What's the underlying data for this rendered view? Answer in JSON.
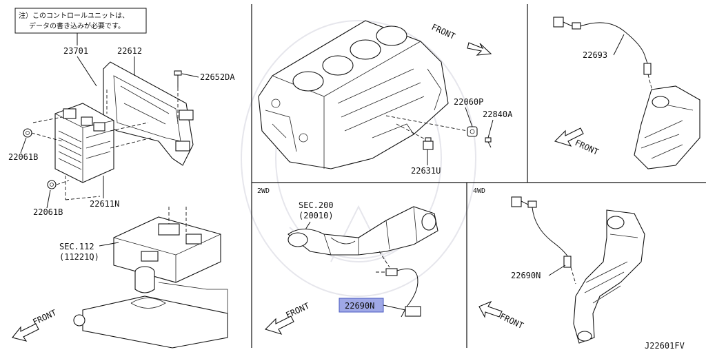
{
  "note": {
    "line1": "注）このコントロールユニットは、",
    "line2": "データの書き込みが必要です。"
  },
  "labels": {
    "p23701": "23701",
    "p22612": "22612",
    "p22652DA": "22652DA",
    "p22061B_top": "22061B",
    "p22061B_bottom": "22061B",
    "p22611N": "22611N",
    "sec112": "SEC.112",
    "sec112_sub": "(11221Q)",
    "front_left": "FRONT",
    "front_block": "FRONT",
    "p22060P": "22060P",
    "p22840A": "22840A",
    "p22631U": "22631U",
    "p22693": "22693",
    "front_right": "FRONT",
    "section_2wd": "2WD",
    "sec200": "SEC.200",
    "sec200_sub": "(20010)",
    "p22690N_2wd": "22690N",
    "front_2wd": "FRONT",
    "section_4wd": "4WD",
    "p22690N_4wd": "22690N",
    "front_4wd": "FRONT",
    "diagram_code": "J22601FV"
  },
  "highlight": {
    "part": "22690N",
    "color": "#9fa8e6"
  }
}
